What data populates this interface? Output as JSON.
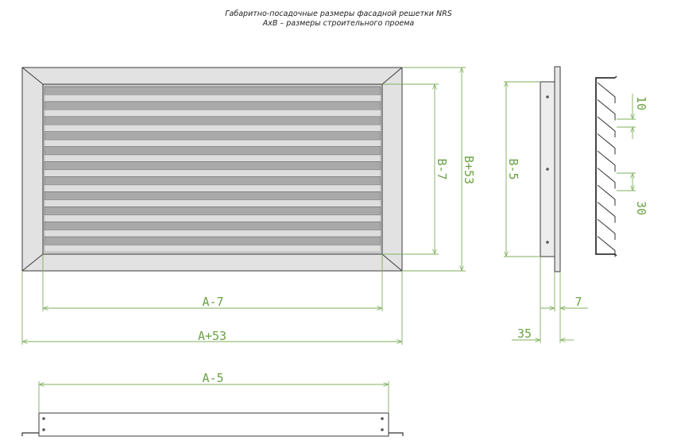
{
  "title": {
    "line1": "Габаритно-посадочные размеры фасадной решетки NRS",
    "line2": "AxB – размеры строительного проема"
  },
  "dimensions": {
    "inner_width": "A-7",
    "outer_width": "A+53",
    "inner_height": "B-7",
    "outer_height": "B+53",
    "side_height": "B-5",
    "flange_thickness": "7",
    "depth": "35",
    "blade_gap": "10",
    "blade_angle": "30",
    "bottom_width": "A-5"
  },
  "colors": {
    "dimension": "#6aa246",
    "frame": "#e2e2e2",
    "blade_dark": "#a9a9a9",
    "blade_light": "#dedede",
    "outline": "#3a3a3a"
  }
}
